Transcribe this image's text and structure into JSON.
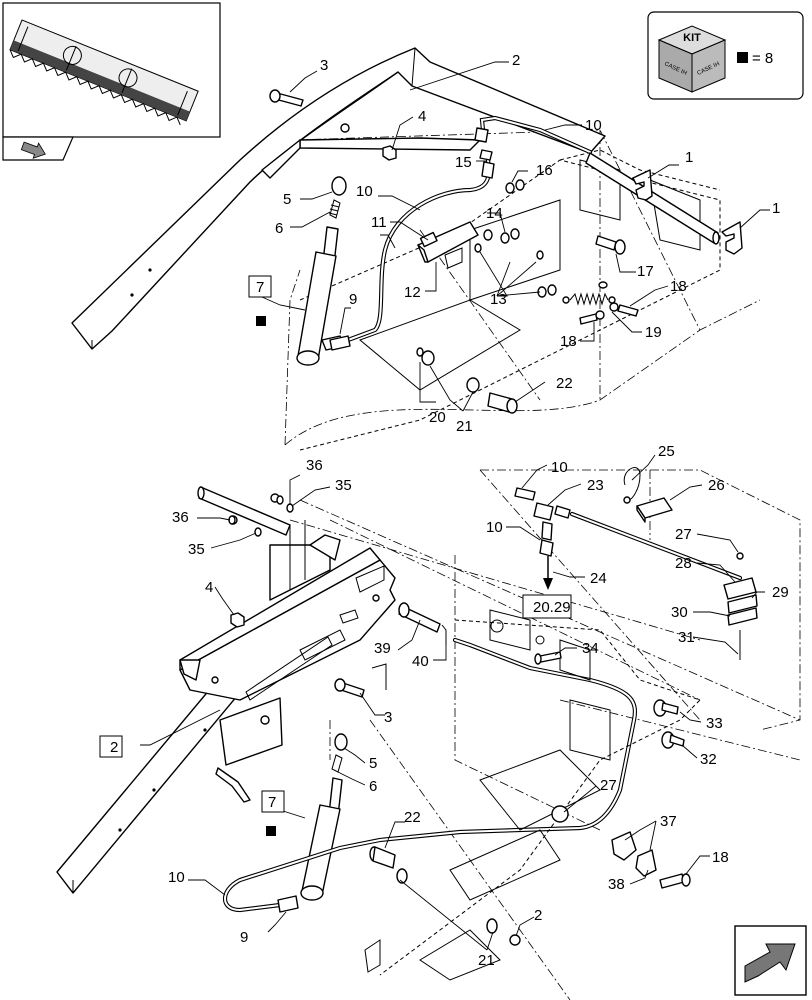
{
  "kit_legend": {
    "title": "KIT",
    "cube_text": "CASE IH",
    "equals_text": "= 8"
  },
  "callouts": {
    "c1a": "1",
    "c1b": "1",
    "c2a": "2",
    "c2b": "2",
    "c2c": "2",
    "c3a": "3",
    "c3b": "3",
    "c4a": "4",
    "c4b": "4",
    "c5a": "5",
    "c5b": "5",
    "c6a": "6",
    "c6b": "6",
    "c7a": "7",
    "c7b": "7",
    "c9a": "9",
    "c9b": "9",
    "c10a": "10",
    "c10b": "10",
    "c10c": "10",
    "c10d": "10",
    "c10e": "10",
    "c11": "11",
    "c12": "12",
    "c13": "13",
    "c14": "14",
    "c15": "15",
    "c16": "16",
    "c17": "17",
    "c18a": "18",
    "c18b": "18",
    "c18c": "18",
    "c19": "19",
    "c20": "20",
    "c21a": "21",
    "c21b": "21",
    "c22a": "22",
    "c22b": "22",
    "c23": "23",
    "c24": "24",
    "c25": "25",
    "c26": "26",
    "c27a": "27",
    "c27b": "27",
    "c28": "28",
    "c29": "29",
    "c30": "30",
    "c31": "31",
    "c32": "32",
    "c33": "33",
    "c34": "34",
    "c35a": "35",
    "c35b": "35",
    "c36a": "36",
    "c36b": "36",
    "c37": "37",
    "c38": "38",
    "c39": "39",
    "c40": "40"
  },
  "reference": {
    "label": "20.29"
  },
  "colors": {
    "line": "#000000",
    "background": "#ffffff"
  }
}
